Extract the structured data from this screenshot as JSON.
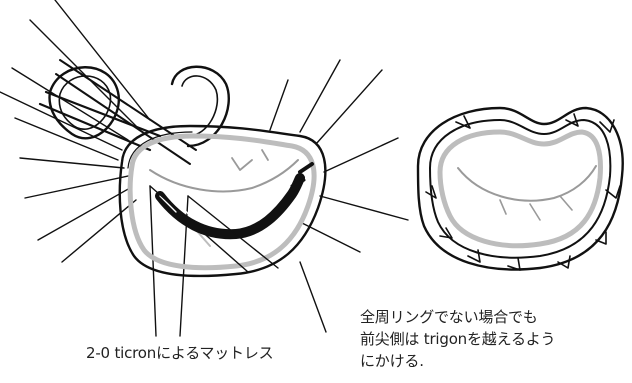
{
  "captions": {
    "left": "2-0 ticronによるマットレス",
    "right_lines": [
      "全周リングでない場合でも",
      "前尖側は trigonを越えるよう",
      "にかける."
    ]
  },
  "colors": {
    "line": "#111111",
    "fibrosa": "#b9b9b9",
    "background": "#ffffff"
  }
}
